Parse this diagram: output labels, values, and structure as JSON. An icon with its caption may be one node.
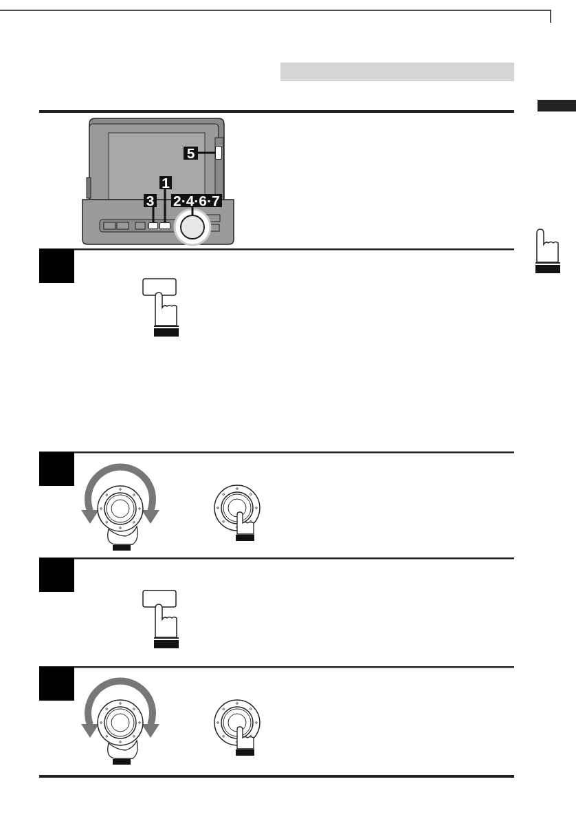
{
  "diagram": {
    "nodes": [
      {
        "text": [
          "5"
        ]
      },
      {
        "text": [
          "1"
        ]
      },
      {
        "text": [
          "3"
        ]
      },
      {
        "text": [
          "2·4·6·7"
        ]
      },
      {
        "text": [],
        "shape": "box"
      },
      {
        "text": [],
        "shape": "box"
      },
      {
        "text": [],
        "shape": "box"
      },
      {
        "text": [],
        "shape": "circle"
      },
      {
        "text": [],
        "shape": "bar"
      }
    ],
    "edges": [
      {
        "from": 0,
        "to": 4,
        "arrow": "none"
      },
      {
        "from": 1,
        "to": 5,
        "arrow": "none"
      },
      {
        "from": 2,
        "to": 6,
        "arrow": "none"
      },
      {
        "from": 3,
        "to": 7,
        "arrow": "none"
      }
    ]
  }
}
